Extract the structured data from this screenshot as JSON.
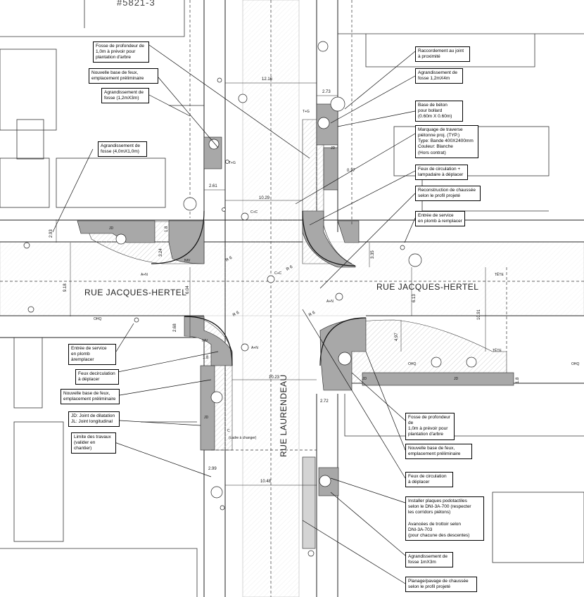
{
  "drawing_number": "#5821-3",
  "streets": {
    "jacques_hertel_west": "RUE JACQUES-HERTEL",
    "jacques_hertel_east": "RUE JACQUES-HERTEL",
    "laurendeau": "RUE LAURENDEAU"
  },
  "dimensions": {
    "d1216": "12.16",
    "d273": "2.73",
    "d027": "0.27",
    "d261": "2.61",
    "d1029": "10.29",
    "d293": "2.93",
    "d918": "9.18",
    "d604": "6.04",
    "d324": "3.24",
    "d18a": "1.8",
    "d268": "2.68",
    "d18b": "1.8",
    "d1023": "10.23",
    "d272": "2.72",
    "d299": "2.99",
    "d1048": "10.48",
    "d335": "3.35",
    "d613": "6.13",
    "d1091": "10.91",
    "d497": "4.97",
    "d18c": "1.8",
    "r6a": "R 6",
    "r6b": "R 6",
    "r6c": "R 6",
    "r6d": "R 6"
  },
  "map_labels": {
    "tg1": "T+G",
    "tg2": "T+G",
    "cc1": "C+C",
    "cc2": "C+C",
    "an1": "A+N",
    "an2": "A+N",
    "an3": "A+N",
    "niv1": "NIV",
    "niv2": "NIV",
    "jd1": "JD",
    "jd2": "JD",
    "jd3": "JD",
    "jd4": "JD",
    "jd5": "JD",
    "tete1": "TÊTE",
    "tete2": "TÊTE",
    "ohq1": "OHQ",
    "ohq2": "OHQ",
    "ohq3": "OHQ",
    "cadre": "(cadre à changer)",
    "c_label": "C"
  },
  "callouts": [
    {
      "id": "c1",
      "text": "Fosse de profondeur de\n1,0m à prévoir pour\nplantation d'arbre"
    },
    {
      "id": "c2",
      "text": "Nouvelle base de feux,\nemplacement préliminaire"
    },
    {
      "id": "c3",
      "text": "Agrandissement de\nfosse (1,2mX3m)"
    },
    {
      "id": "c4",
      "text": "Agrandissement de\nfosse (4,0mX1,0m)"
    },
    {
      "id": "c5",
      "text": "Raccordement au joint\nà proximité"
    },
    {
      "id": "c6",
      "text": "Agrandissement de\nfosse 1,2mX4m"
    },
    {
      "id": "c7",
      "text": "Base de béton\npour bollard\n(0.60m X 0.60m)"
    },
    {
      "id": "c8",
      "text": "Marquage de traverse\npiétonne proj. (TYP.)\nType: Bande 400X2400mm\nCouleur: Blanche\n(Hors contrat)"
    },
    {
      "id": "c9",
      "text": "Feux de circulation +\nlampadaire à déplacer"
    },
    {
      "id": "c10",
      "text": "Reconstruction de chaussée\nselon le profil projeté"
    },
    {
      "id": "c11",
      "text": "Entrée de service\nen plomb à remplacer"
    },
    {
      "id": "c12",
      "text": "Entrée de service\nen plomb àremplacer"
    },
    {
      "id": "c13",
      "text": "Feux decirculation\nà déplacer"
    },
    {
      "id": "c14",
      "text": "Nouvelle base de feux,\nemplacement préliminaire"
    },
    {
      "id": "c15",
      "text": "JD: Joint de dilatation\nJL: Joint longitudinal"
    },
    {
      "id": "c16",
      "text": "Limite des travaux\n(valider en chantier)"
    },
    {
      "id": "c17",
      "text": "Fosse de profondeur de\n1,0m à prévoir pour\nplantation d'arbre"
    },
    {
      "id": "c18",
      "text": "Nouvelle base de feux,\nemplacement préliminaire"
    },
    {
      "id": "c19",
      "text": "Feux de circulation\nà déplacer"
    },
    {
      "id": "c20",
      "text": "Installer plaques podotactiles\nselon le DNI-3A-700 (respecter\nles corridors piétons)\n\nAvancées de trottoir selon\nDNI-3A-703\n(pour chacune des descentes)"
    },
    {
      "id": "c21",
      "text": "Agrandissement de\nfosse 1mX3m"
    },
    {
      "id": "c22",
      "text": "Planage/pavage de chaussée\nselon le profil projeté"
    }
  ],
  "colors": {
    "gray_fill": "#a8a8a8",
    "line": "#222222",
    "hatch": "#c8c8c8"
  }
}
